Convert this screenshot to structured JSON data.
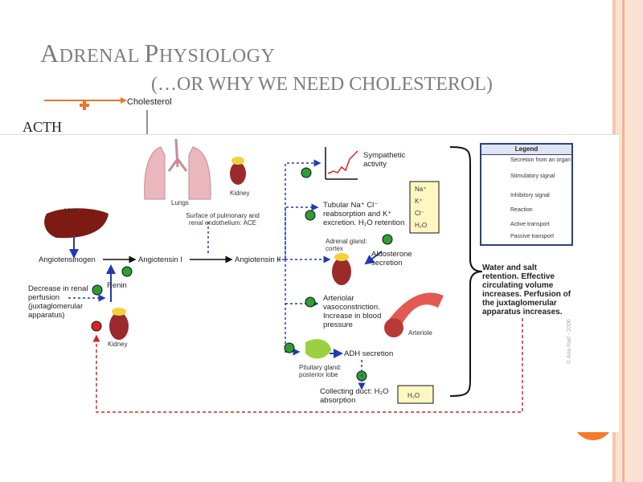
{
  "slide": {
    "title_first": "A",
    "title_rest1": "DRENAL ",
    "title_second": "P",
    "title_rest2": "HYSIOLOGY",
    "subtitle": "(…OR WHY WE NEED CHOLESTEROL)",
    "acth": "ACTH",
    "cholesterol": "Cholesterol"
  },
  "diagram": {
    "lungs": "Lungs",
    "kidney_top": "Kidney",
    "ace_text": "Surface of pulmonary and renal endothelium: ACE",
    "liver": "Liver",
    "angiotensinogen": "Angiotensinogen",
    "angiotensin1": "Angiotensin I",
    "angiotensin2": "Angiotensin II",
    "renin": "Renin",
    "decrease": "Decrease in renal perfusion (juxtaglomerular apparatus)",
    "kidney_bottom": "Kidney",
    "sympathetic": "Sympathetic activity",
    "tubular": "Tubular Na⁺ Cl⁻ reabsorption and K⁺ excretion. H₂O retention",
    "adrenal": "Adrenal gland: cortex",
    "aldosterone": "Aldosterone secretion",
    "arteriolar": "Arteriolar vasoconstriction. Increase in blood pressure",
    "arteriole": "Arteriole",
    "pituitary": "Pituitary gland: posterior lobe",
    "adh": "ADH secretion",
    "collecting": "Collecting duct: H₂O absorption",
    "h2o_box": "H₂O",
    "ions": [
      "Na⁺",
      "K⁺",
      "Cl⁻",
      "H₂O"
    ],
    "result": "Water and salt retention. Effective circulating volume increases. Perfusion of the juxtaglomerular apparatus increases.",
    "copyright": "© Aria Rad - 2006",
    "legend": {
      "title": "Legend",
      "items": [
        "Secretion from an organ",
        "Stimulatory signal",
        "Inhibitory signal",
        "Reaction",
        "Active transport",
        "Passive transport"
      ]
    }
  }
}
